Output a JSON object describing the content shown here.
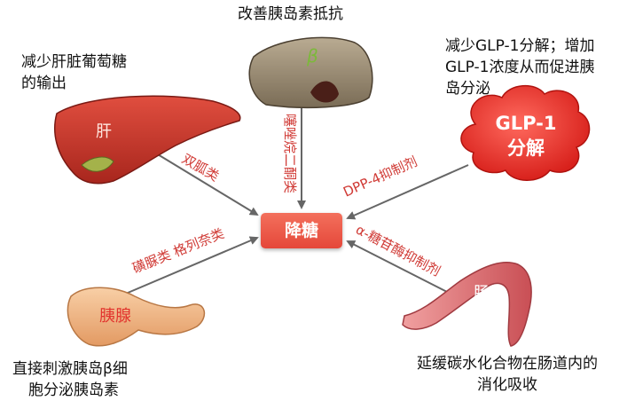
{
  "center": {
    "label": "降糖"
  },
  "liver": {
    "label": "肝",
    "caption_lines": [
      "减少肝脏葡萄糖",
      "的输出"
    ],
    "arrow_label": "双胍类"
  },
  "fat": {
    "caption": "改善胰岛素抵抗",
    "arrow_label": "噻唑烷二酮类",
    "glyph": "β"
  },
  "glp1": {
    "cloud_lines": [
      "GLP-1",
      "分解"
    ],
    "caption_lines": [
      "减少GLP-1分解；增加",
      "GLP-1浓度从而促进胰",
      "岛分泌"
    ],
    "arrow_label": "DPP-4抑制剂"
  },
  "pancreas": {
    "label": "胰腺",
    "caption_lines": [
      "直接刺激胰岛β细",
      "胞分泌胰岛素"
    ],
    "arrow_label": "磺脲类 格列奈类"
  },
  "intestine": {
    "label": "肠",
    "caption_lines": [
      "延缓碳水化合物在肠道内的",
      "消化吸收"
    ],
    "arrow_label": "α-糖苷酶抑制剂"
  },
  "colors": {
    "accent_red": "#d03a35",
    "box_red": "#e5473a",
    "liver": "#c8382c",
    "pancreas": "#f1b98a",
    "intestine": "#e2787a",
    "cloud": "#e8322f",
    "fat": "#8e8069"
  }
}
